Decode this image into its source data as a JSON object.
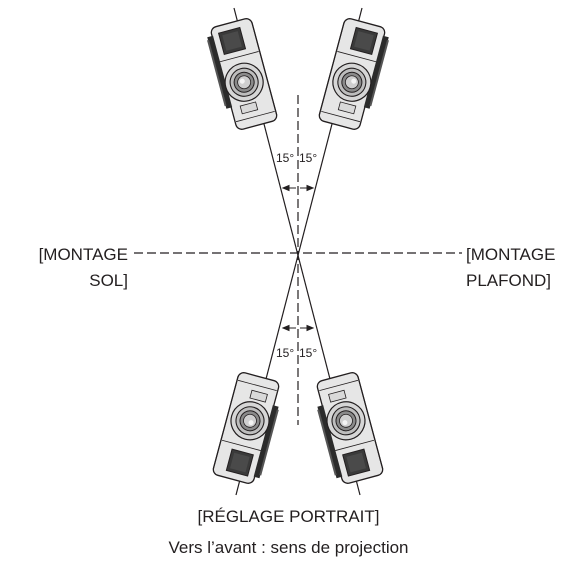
{
  "labels": {
    "floor_line1": "[MONTAGE",
    "floor_line2": "SOL]",
    "ceiling_line1": "[MONTAGE",
    "ceiling_line2": "PLAFOND]",
    "angle": "15°",
    "portrait": "[RÉGLAGE PORTRAIT]",
    "direction": "Vers l’avant : sens de projection"
  },
  "tilt_angle_degrees": 15,
  "colors": {
    "line": "#231f20",
    "body": "#e6e6e6",
    "dark_panel": "#4a4a4a",
    "lens_ring": "#cfcfcf"
  },
  "icons": [
    "projector-icon",
    "projector-icon",
    "projector-icon",
    "projector-icon"
  ]
}
